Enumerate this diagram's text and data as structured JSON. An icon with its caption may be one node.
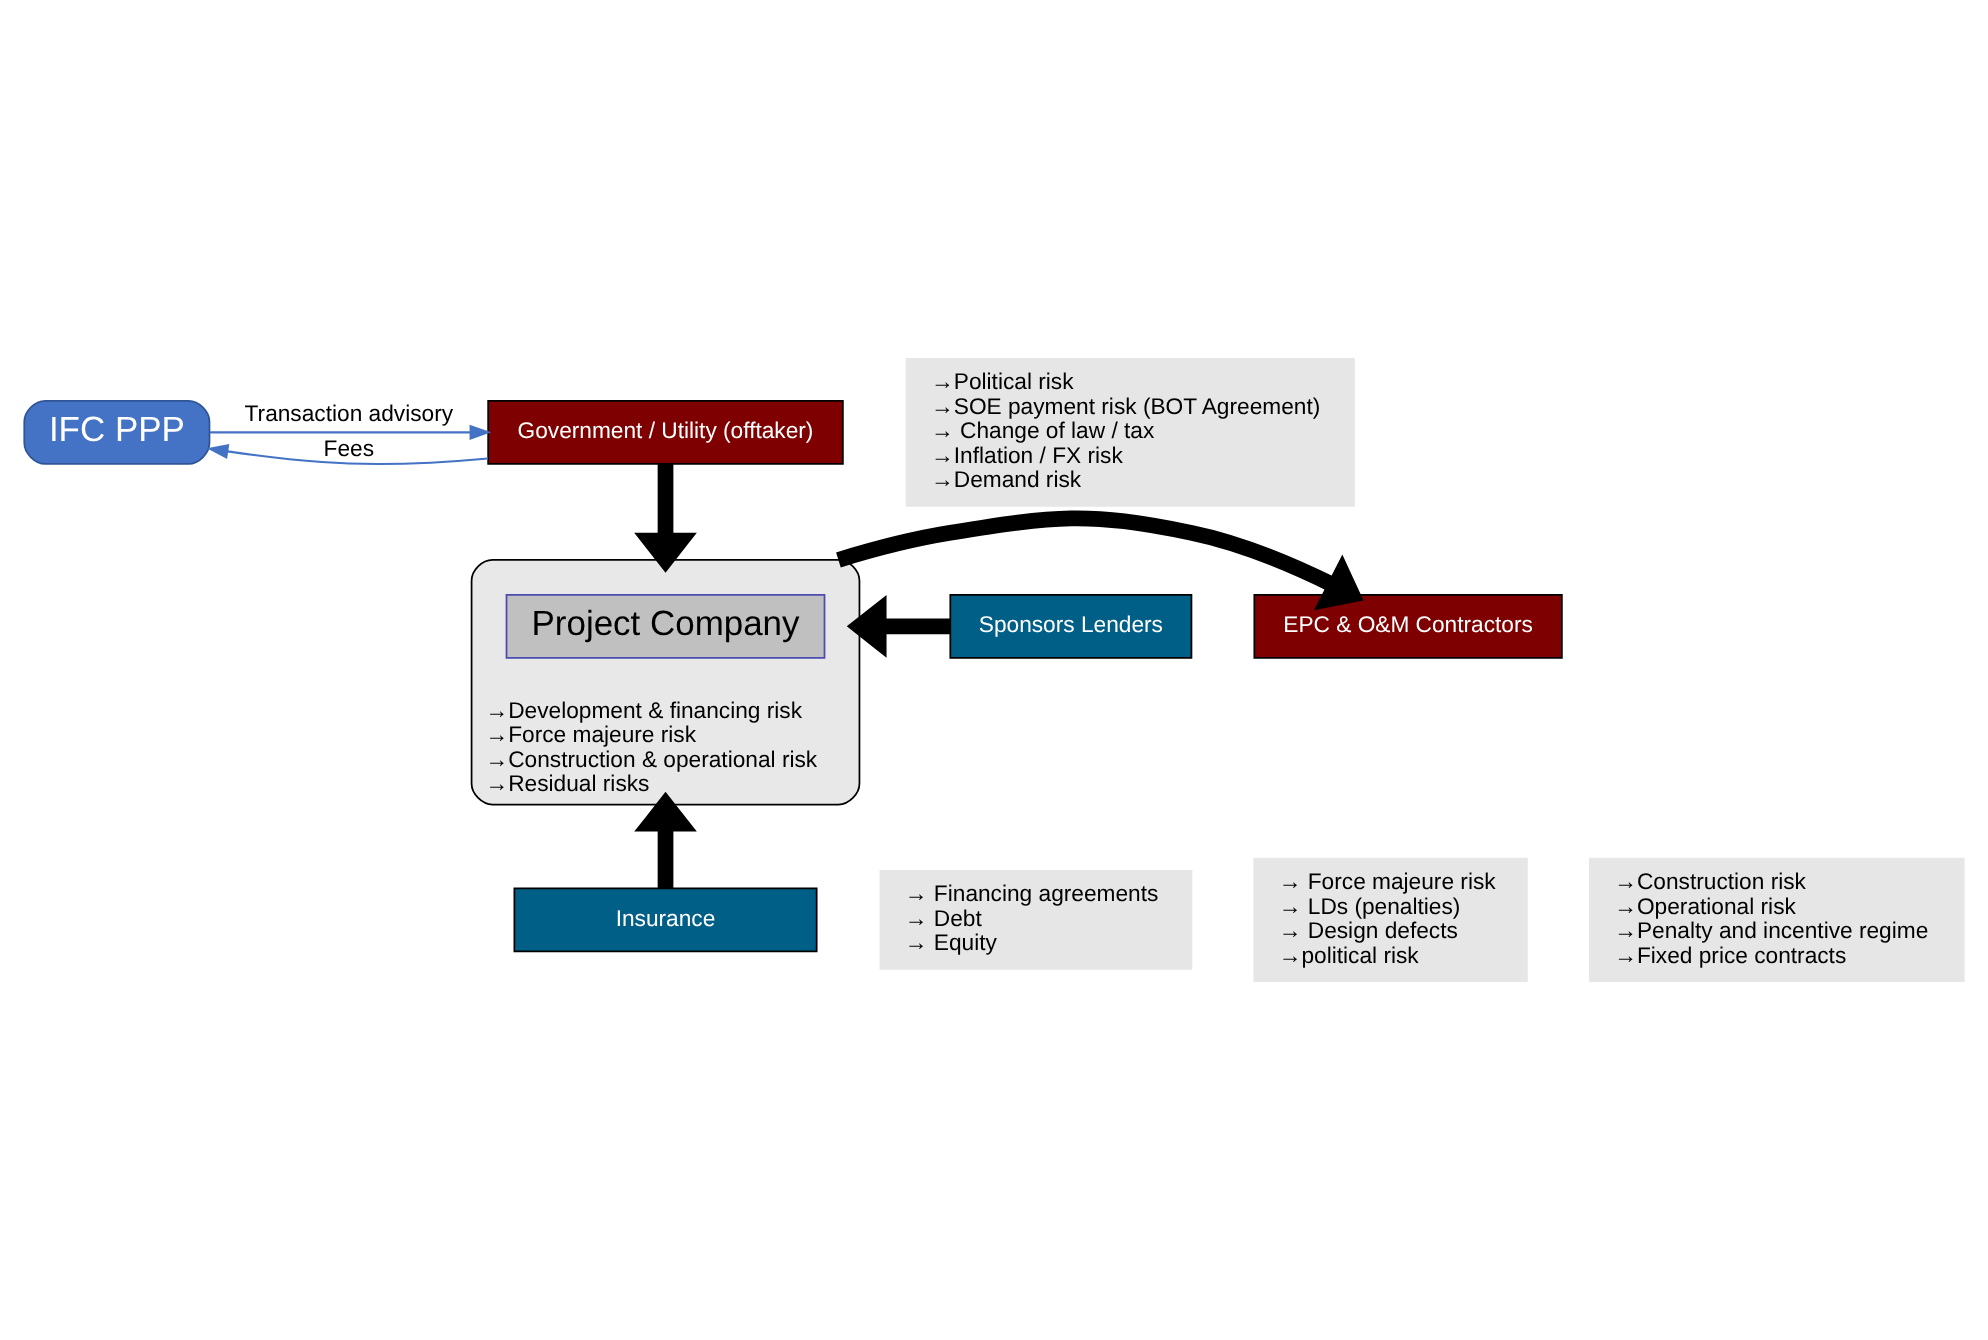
{
  "diagram": {
    "nodes": [
      {
        "text": [
          "IFC PPP"
        ]
      },
      {
        "text": [
          "Government / Utility (offtaker)"
        ]
      },
      {
        "text": [
          "→Political risk",
          "→SOE payment risk (BOT Agreement)",
          "→ Change of law / tax",
          "→Inflation / FX risk",
          "→Demand risk"
        ]
      },
      {
        "text": [
          "→Development & financing risk",
          "→Force majeure risk",
          "→Construction & operational risk",
          "→Residual risks"
        ]
      },
      {
        "text": [
          "Project Company"
        ],
        "in": 3
      },
      {
        "text": [
          "Sponsors Lenders"
        ]
      },
      {
        "text": [
          "→ Financing agreements",
          "→ Debt",
          "→ Equity"
        ]
      },
      {
        "text": [
          "EPC & O&M Contractors"
        ]
      },
      {
        "text": [
          "→Construction risk",
          "→Operational risk",
          "→Penalty and incentive regime",
          "→Fixed price contracts"
        ]
      },
      {
        "text": [
          "Insurance"
        ]
      },
      {
        "text": [
          "→ Force majeure risk",
          "→ LDs (penalties)",
          "→ Design defects",
          "→political risk"
        ]
      }
    ],
    "edges": [
      {
        "from": 1,
        "to": 0,
        "arrow": "to",
        "label": "Fees",
        "color": "#4472c4"
      },
      {
        "from": 0,
        "to": 1,
        "arrow": "to",
        "label": "Transaction advisory",
        "color": "#4472c4"
      },
      {
        "from": 1,
        "to": 3,
        "arrow": "to"
      },
      {
        "from": 5,
        "to": 3,
        "arrow": "to"
      },
      {
        "from": 3,
        "to": 7,
        "arrow": "to"
      },
      {
        "from": 9,
        "to": 3,
        "arrow": "to"
      }
    ]
  }
}
